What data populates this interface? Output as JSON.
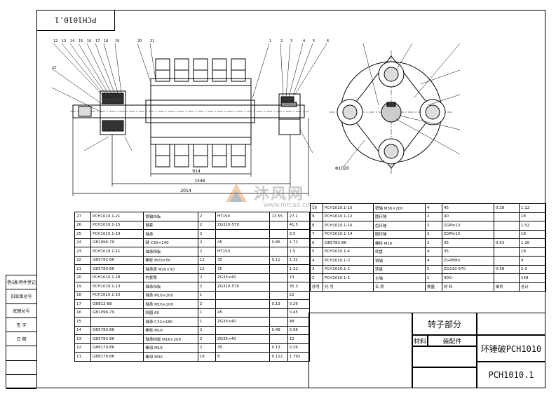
{
  "drawing": {
    "code_rotated": "PCH1010.1",
    "part_title": "转子部分",
    "machine_name": "环锤破PCH1010",
    "drawing_number": "PCH1010.1",
    "material_label": "材料",
    "assembly_label": "装配件",
    "dim_1": "914",
    "dim_2": "1546",
    "dim_3": "2014",
    "dim_diameter": "Φ1020",
    "watermark_cn": "沐风网",
    "watermark_url": "www.mfcad.com"
  },
  "callouts_left": [
    "12",
    "13",
    "14",
    "15",
    "16",
    "17",
    "18",
    "19",
    "20",
    "21",
    "22"
  ],
  "callouts_right": [
    "1",
    "2",
    "3",
    "4",
    "5",
    "6"
  ],
  "left_strip": [
    "借(通)用件登记",
    "旧底图总号",
    "底图总号",
    "签 字",
    "日 期",
    "",
    "",
    ""
  ],
  "bom_left": [
    [
      "27",
      "PCH1010.1-21",
      "销轴挡板",
      "2",
      "HT150",
      "13.55",
      "27.1"
    ],
    [
      "26",
      "PCH1010.1-15",
      "轴套",
      "2",
      "ZG310-570",
      "",
      "41.5"
    ],
    [
      "25",
      "PCH1010.1-19",
      "轴承",
      "2",
      "",
      "",
      "3.5"
    ],
    [
      "24",
      "GB1096-79",
      "键 C30×140",
      "2",
      "45",
      "0.86",
      "1.72"
    ],
    [
      "23",
      "PCH1010.1-11",
      "轴承挡板",
      "2",
      "HT150",
      "",
      "1.5"
    ],
    [
      "22",
      "GB5782-86",
      "螺栓 M20×50",
      "12",
      "35",
      "0.11",
      "1.32"
    ],
    [
      "21",
      "GB5783-86",
      "轴承座 M20×50",
      "12",
      "35",
      "",
      "1.32"
    ],
    [
      "20",
      "PCH1010.1-18",
      "内套筒",
      "2",
      "ZG35×40",
      "",
      "13"
    ],
    [
      "19",
      "PCH1010.1-13",
      "轴承挡板",
      "2",
      "ZG310-570",
      "",
      "35.3"
    ],
    [
      "18",
      "PCH1010.1-10",
      "轴承 M16×200",
      "1",
      "",
      "",
      "22"
    ],
    [
      "17",
      "GB812-88",
      "轴承 M16×200",
      "2",
      "",
      "0.13",
      "0.26"
    ],
    [
      "16",
      "GB1096-79",
      "挡圈 60",
      "1",
      "45",
      "",
      "0.45"
    ],
    [
      "15",
      "",
      "轴承 C32×180",
      "1",
      "ZG35×40",
      "",
      "48"
    ],
    [
      "14",
      "GB5783-86",
      "螺栓 M16",
      "2",
      "",
      "0.48",
      "0.96"
    ],
    [
      "13",
      "GB5782-86",
      "轴承挡板 M16×200",
      "2",
      "ZG35×40",
      "",
      "12"
    ],
    [
      "12",
      "GB6170-86",
      "螺母 M16",
      "2",
      "35",
      "0.13",
      "0.26"
    ],
    [
      "11",
      "GB6170-86",
      "螺母 M30",
      "16",
      "8",
      "0.112",
      "1.792"
    ]
  ],
  "bom_right": [
    [
      "10",
      "PCH1010.1-15",
      "销轴 M30×200",
      "4",
      "45",
      "0.28",
      "1.12"
    ],
    [
      "9",
      "PCH1010.1-12",
      "圆环锤",
      "2",
      "40",
      "",
      "18"
    ],
    [
      "8",
      "PCH1010.1-16",
      "齿环锤",
      "2",
      "ZGMn13",
      "",
      "1.52"
    ],
    [
      "7",
      "PCH1010.1-14",
      "圆环锤",
      "2",
      "ZGMn13",
      "",
      "18"
    ],
    [
      "6",
      "GB5782-86",
      "螺栓 M16",
      "2",
      "35",
      "0.63",
      "1.26"
    ],
    [
      "5",
      "PCH1010.1-4",
      "转盘",
      "4",
      "35",
      "",
      "18"
    ],
    [
      "4",
      "PCH1010.1-3",
      "销轴",
      "4",
      "ZG45Mn",
      "",
      "9"
    ],
    [
      "3",
      "PCH1010.1-2",
      "转盘",
      "5",
      "ZG310-570",
      "0.58",
      "2.9"
    ],
    [
      "2",
      "PCH1010.1-1",
      "主轴",
      "1",
      "40Cr",
      "",
      "148"
    ],
    [
      "序号",
      "代 号",
      "名 称",
      "数量",
      "材 料",
      "单件",
      "总计"
    ]
  ]
}
